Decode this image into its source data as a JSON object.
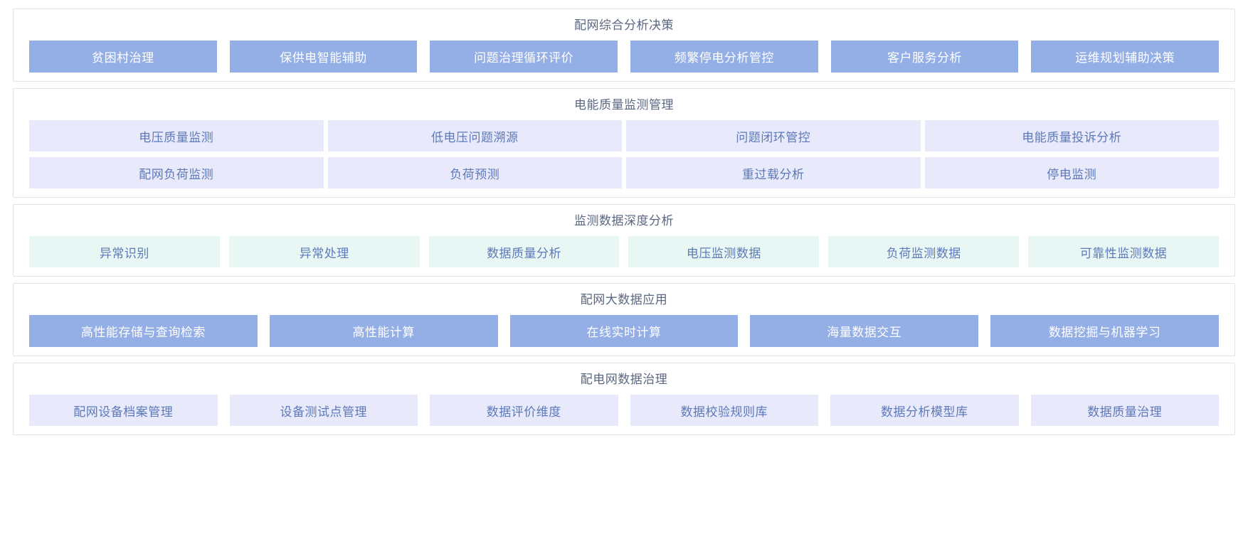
{
  "sections": [
    {
      "id": "comprehensive-analysis-decision",
      "title": "配网综合分析决策",
      "style": "blue",
      "rows": [
        [
          "贫困村治理",
          "保供电智能辅助",
          "问题治理循环评价",
          "频繁停电分析管控",
          "客户服务分析",
          "运维规划辅助决策"
        ]
      ]
    },
    {
      "id": "power-quality-monitoring-management",
      "title": "电能质量监测管理",
      "style": "lavender",
      "rows": [
        [
          "电压质量监测",
          "低电压问题溯源",
          "问题闭环管控",
          "电能质量投诉分析"
        ],
        [
          "配网负荷监测",
          "负荷预测",
          "重过载分析",
          "停电监测"
        ]
      ]
    },
    {
      "id": "monitoring-data-deep-analysis",
      "title": "监测数据深度分析",
      "style": "mint",
      "rows": [
        [
          "异常识别",
          "异常处理",
          "数据质量分析",
          "电压监测数据",
          "负荷监测数据",
          "可靠性监测数据"
        ]
      ]
    },
    {
      "id": "distribution-big-data-application",
      "title": "配网大数据应用",
      "style": "blue",
      "rows": [
        [
          "高性能存储与查询检索",
          "高性能计算",
          "在线实时计算",
          "海量数据交互",
          "数据挖掘与机器学习"
        ]
      ]
    },
    {
      "id": "distribution-network-data-governance",
      "title": "配电网数据治理",
      "style": "lavender",
      "rows": [
        [
          "配网设备档案管理",
          "设备测试点管理",
          "数据评价维度",
          "数据校验规则库",
          "数据分析模型库",
          "数据质量治理"
        ]
      ]
    }
  ],
  "colors": {
    "blue_fill": "#94AEE6",
    "blue_text": "#ffffff",
    "lavender_fill": "#e8eafb",
    "mint_fill": "#e9f7f4",
    "item_text": "#5d79b8",
    "title_text": "#5b6780",
    "panel_border": "#e3e3e3",
    "page_background": "#ffffff"
  }
}
